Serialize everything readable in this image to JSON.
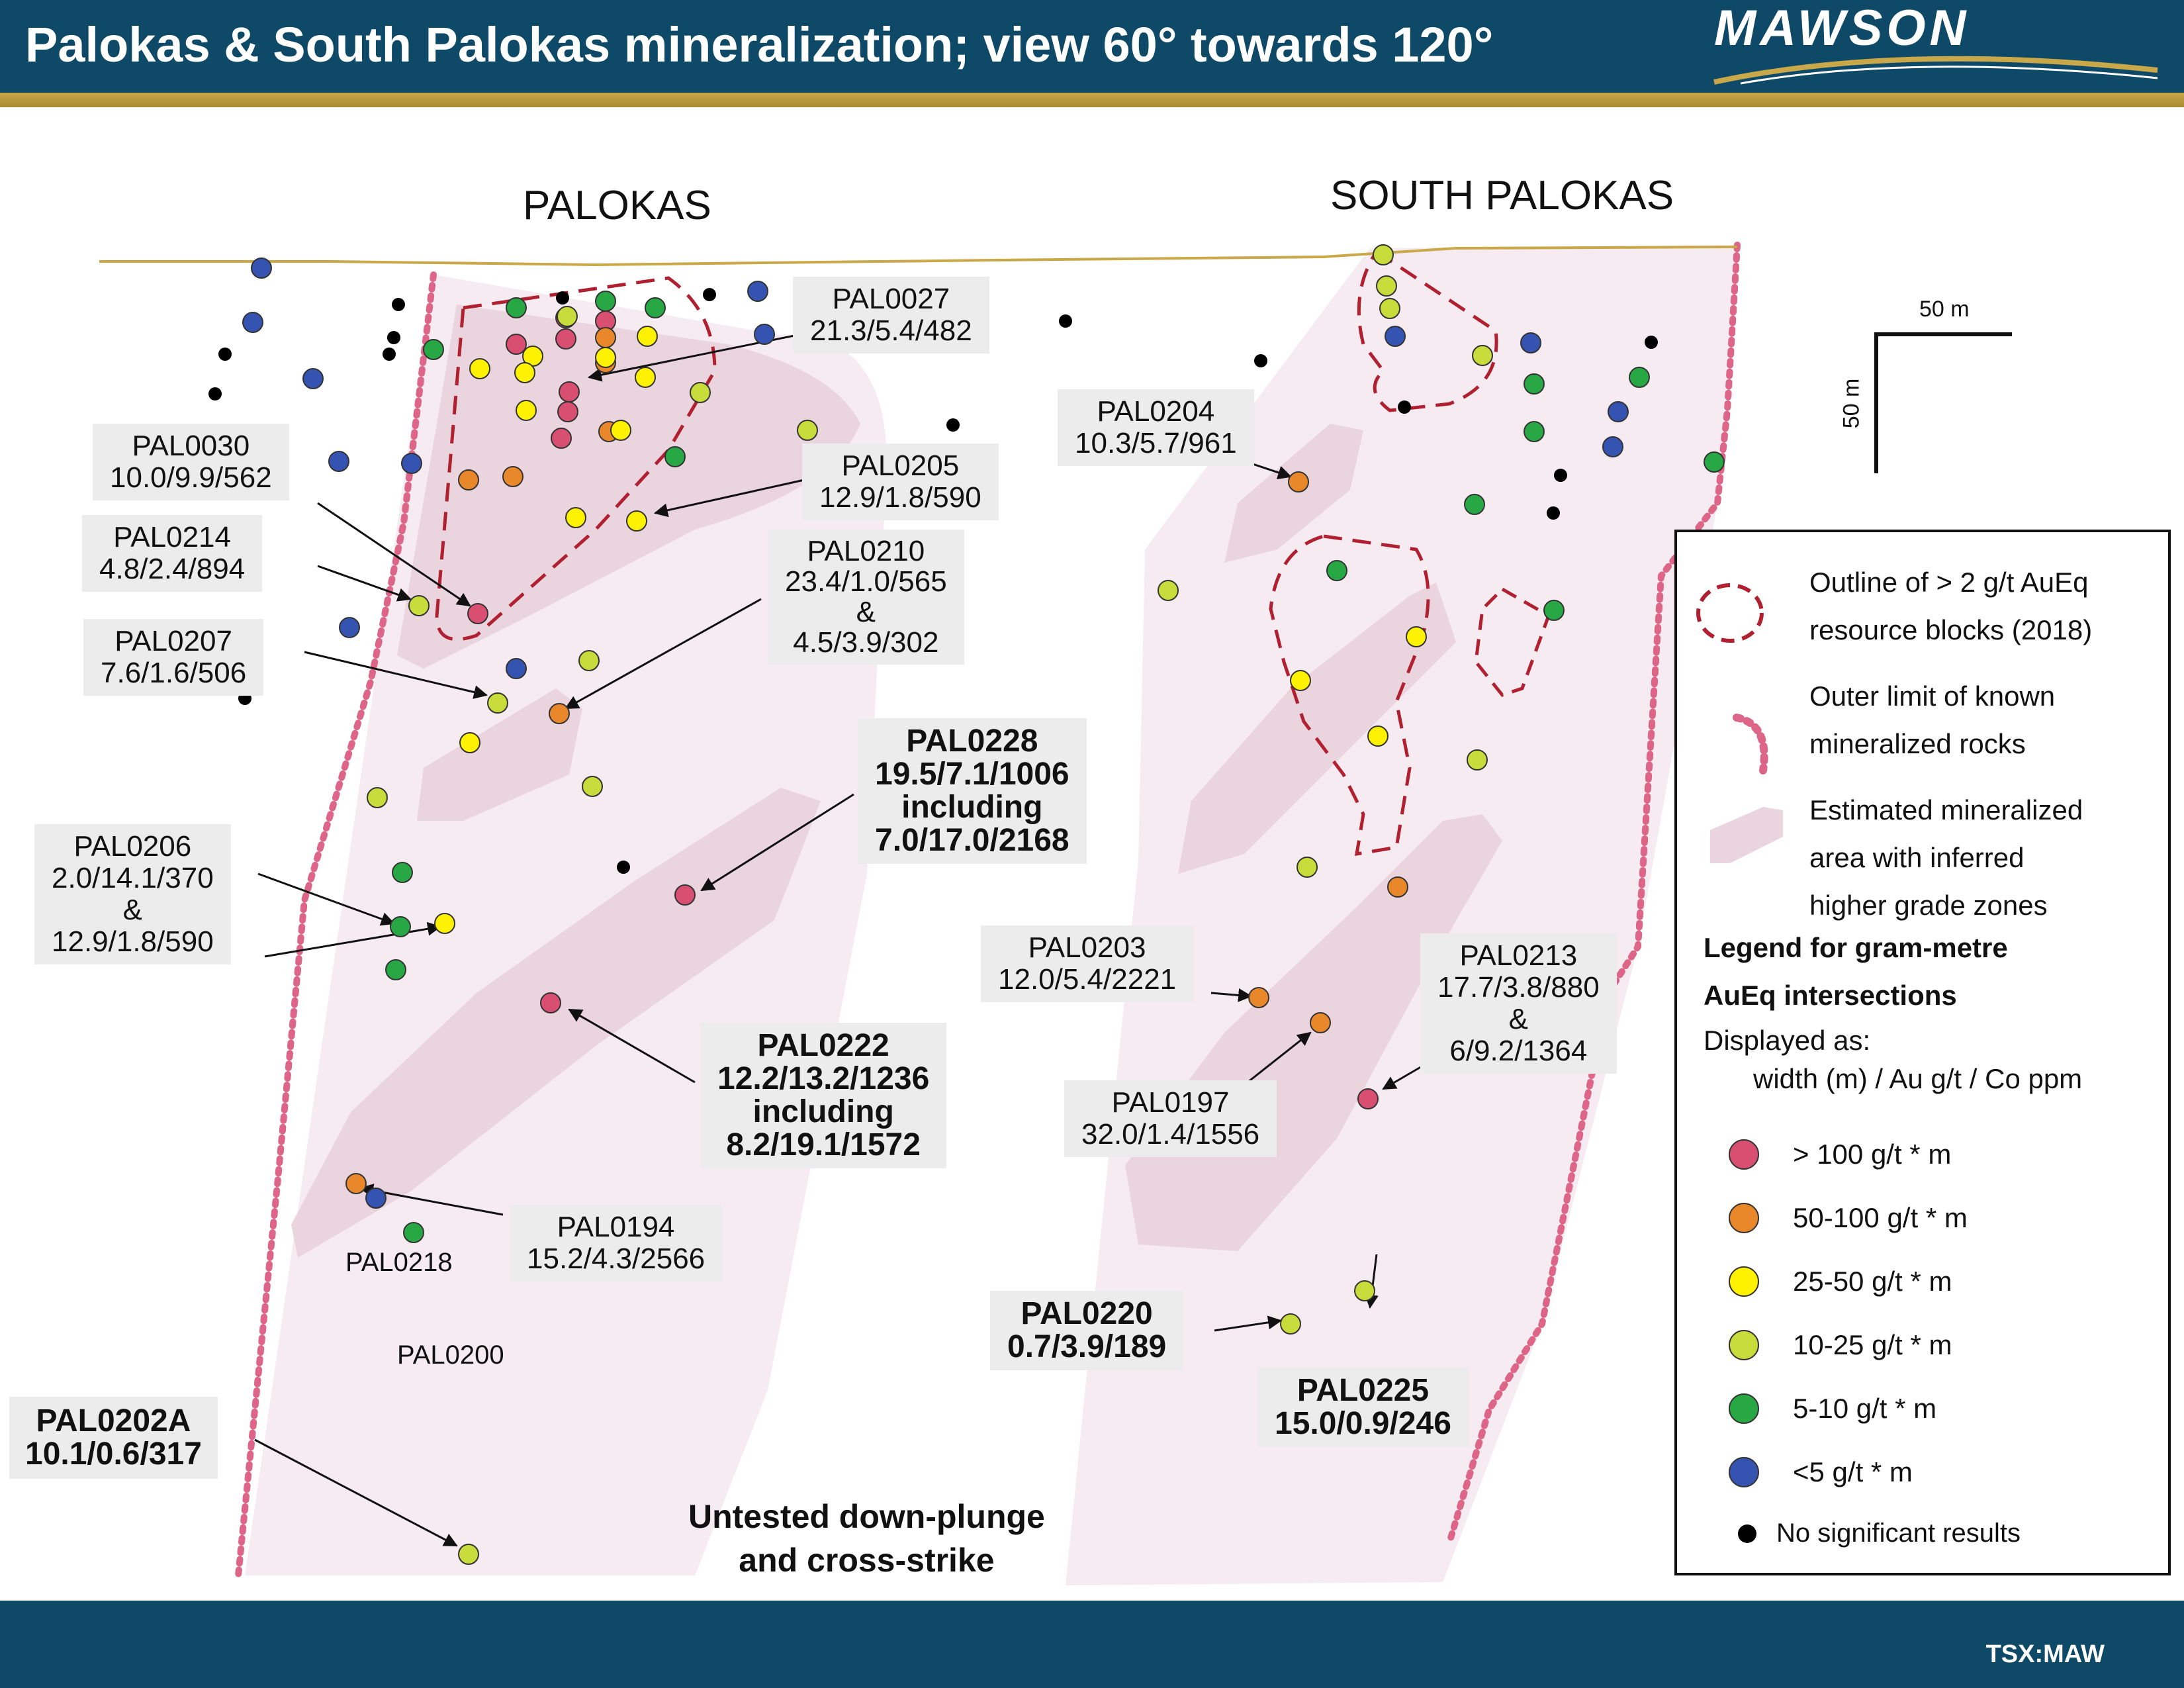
{
  "header": {
    "title": "Palokas & South Palokas mineralization; view 60° towards 120°",
    "logo_text": "MAWSON"
  },
  "footer": {
    "ticker": "TSX:MAW"
  },
  "deposits": {
    "palokas": "PALOKAS",
    "south_palokas": "SOUTH PALOKAS"
  },
  "scale": {
    "horizontal": "50 m",
    "vertical": "50 m"
  },
  "colors": {
    "gt100": "#d94f72",
    "c50_100": "#e8882a",
    "c25_50": "#fff200",
    "c10_25": "#c8dc3c",
    "c5_10": "#27a844",
    "lt5": "#3553b0",
    "none": "#000000",
    "zone_fill": "#efdde5",
    "resource_outline": "#b02030",
    "outer_limit": "#dd6688",
    "header_bg": "#0e4a68",
    "stripe": "#c9a84a"
  },
  "intersections": [
    {
      "id": "PAL0027",
      "lines": [
        "PAL0027",
        "21.3/5.4/482"
      ],
      "bold": false
    },
    {
      "id": "PAL0030",
      "lines": [
        "PAL0030",
        "10.0/9.9/562"
      ],
      "bold": false
    },
    {
      "id": "PAL0205",
      "lines": [
        "PAL0205",
        "12.9/1.8/590"
      ],
      "bold": false
    },
    {
      "id": "PAL0214",
      "lines": [
        "PAL0214",
        "4.8/2.4/894"
      ],
      "bold": false
    },
    {
      "id": "PAL0210",
      "lines": [
        "PAL0210",
        "23.4/1.0/565",
        "&",
        "4.5/3.9/302"
      ],
      "bold": false
    },
    {
      "id": "PAL0207",
      "lines": [
        "PAL0207",
        "7.6/1.6/506"
      ],
      "bold": false
    },
    {
      "id": "PAL0228",
      "lines": [
        "PAL0228",
        "19.5/7.1/1006",
        "including",
        "7.0/17.0/2168"
      ],
      "bold": true
    },
    {
      "id": "PAL0206",
      "lines": [
        "PAL0206",
        "2.0/14.1/370",
        "&",
        "12.9/1.8/590"
      ],
      "bold": false
    },
    {
      "id": "PAL0222",
      "lines": [
        "PAL0222",
        "12.2/13.2/1236",
        "including",
        "8.2/19.1/1572"
      ],
      "bold": true
    },
    {
      "id": "PAL0194",
      "lines": [
        "PAL0194",
        "15.2/4.3/2566"
      ],
      "bold": false
    },
    {
      "id": "PAL0202A",
      "lines": [
        "PAL0202A",
        "10.1/0.6/317"
      ],
      "bold": true
    },
    {
      "id": "PAL0204",
      "lines": [
        "PAL0204",
        "10.3/5.7/961"
      ],
      "bold": false
    },
    {
      "id": "PAL0203",
      "lines": [
        "PAL0203",
        "12.0/5.4/2221"
      ],
      "bold": false
    },
    {
      "id": "PAL0213",
      "lines": [
        "PAL0213",
        "17.7/3.8/880",
        "&",
        "6/9.2/1364"
      ],
      "bold": false
    },
    {
      "id": "PAL0197",
      "lines": [
        "PAL0197",
        "32.0/1.4/1556"
      ],
      "bold": false
    },
    {
      "id": "PAL0220",
      "lines": [
        "PAL0220",
        "0.7/3.9/189"
      ],
      "bold": true
    },
    {
      "id": "PAL0225",
      "lines": [
        "PAL0225",
        "15.0/0.9/246"
      ],
      "bold": true
    }
  ],
  "plain_labels": {
    "pal0218": "PAL0218",
    "pal0200": "PAL0200"
  },
  "untested": {
    "line1": "Untested down-plunge",
    "line2": "and cross-strike"
  },
  "legend": {
    "resource_outline": [
      "Outline of > 2 g/t AuEq",
      "resource blocks (2018)"
    ],
    "outer_limit": [
      "Outer limit of known",
      "mineralized rocks"
    ],
    "zone": [
      "Estimated mineralized",
      "area with inferred",
      "higher grade zones"
    ],
    "title": [
      "Legend for gram-metre",
      "AuEq intersections"
    ],
    "displayed_as": "Displayed as:",
    "format": "width (m) / Au g/t / Co ppm",
    "classes": [
      {
        "label": "> 100 g/t * m",
        "color": "#d94f72"
      },
      {
        "label": "50-100 g/t * m",
        "color": "#e8882a"
      },
      {
        "label": "25-50 g/t * m",
        "color": "#fff200"
      },
      {
        "label": "10-25 g/t * m",
        "color": "#c8dc3c"
      },
      {
        "label": "5-10 g/t * m",
        "color": "#27a844"
      },
      {
        "label": "<5 g/t * m",
        "color": "#3553b0"
      }
    ],
    "no_results": "No significant results"
  }
}
